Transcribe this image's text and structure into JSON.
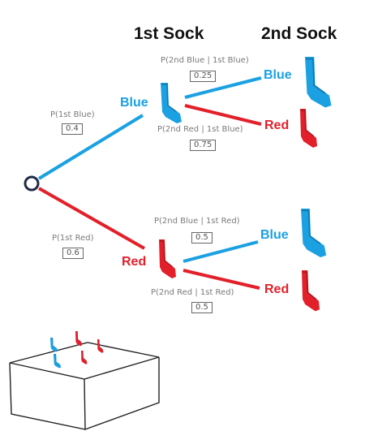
{
  "headers": {
    "first": "1st Sock",
    "second": "2nd Sock"
  },
  "branch_colors": {
    "blue": "#1ba1e2",
    "red": "#e3202a",
    "node": "#1f2a44"
  },
  "first_level": {
    "blue": {
      "label": "Blue",
      "prob_label": "P(1st Blue)",
      "prob_value": "0.4"
    },
    "red": {
      "label": "Red",
      "prob_label": "P(1st Red)",
      "prob_value": "0.6"
    }
  },
  "second_level": {
    "after_blue": {
      "blue": {
        "label": "Blue",
        "prob_label": "P(2nd Blue | 1st Blue)",
        "prob_value": "0.25"
      },
      "red": {
        "label": "Red",
        "prob_label": "P(2nd Red | 1st Blue)",
        "prob_value": "0.75"
      }
    },
    "after_red": {
      "blue": {
        "label": "Blue",
        "prob_label": "P(2nd Blue | 1st Red)",
        "prob_value": "0.5"
      },
      "red": {
        "label": "Red",
        "prob_label": "P(2nd Red | 1st Red)",
        "prob_value": "0.5"
      }
    }
  },
  "icons": [
    "blue-sock-icon",
    "red-sock-icon",
    "sock-drawer-icon"
  ]
}
